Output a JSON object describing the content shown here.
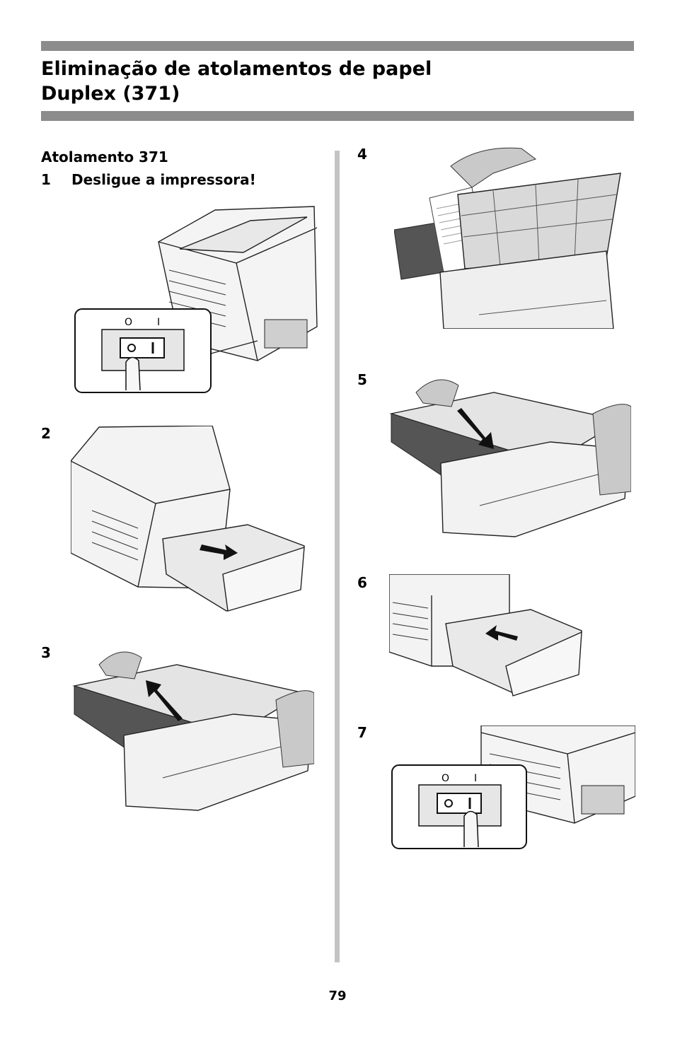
{
  "header": {
    "title_line1": "Eliminação de atolamentos de papel",
    "title_line2": "Duplex (371)"
  },
  "section": {
    "heading": "Atolamento 371"
  },
  "steps": [
    {
      "number": "1",
      "text": "Desligue a impressora!"
    },
    {
      "number": "2"
    },
    {
      "number": "3"
    },
    {
      "number": "4"
    },
    {
      "number": "5"
    },
    {
      "number": "6"
    },
    {
      "number": "7"
    }
  ],
  "switch_labels": {
    "off": "O",
    "on": "I"
  },
  "page_number": "79"
}
